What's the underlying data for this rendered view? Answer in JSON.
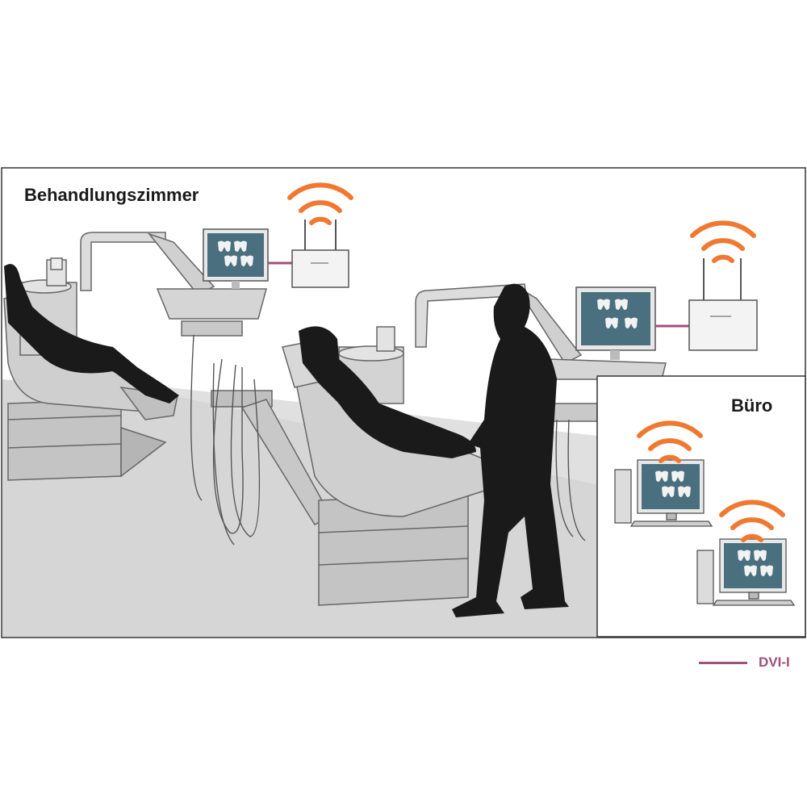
{
  "labels": {
    "room": "Behandlungszimmer",
    "office": "Büro"
  },
  "legend": {
    "label": "DVI-I",
    "color": "#a0507a"
  },
  "colors": {
    "wifi": "#f07830",
    "dvi_cable": "#a0507a",
    "floor": "#d9d9d9",
    "equipment": "#c8c8c8",
    "silhouette": "#1a1a1a",
    "xray_screen": "#4a7080"
  },
  "icons": [
    "wifi-signal-icon",
    "wireless-router-icon",
    "monitor-icon",
    "desktop-tower-icon",
    "dentist-silhouette",
    "patient-silhouette",
    "dental-chair"
  ]
}
